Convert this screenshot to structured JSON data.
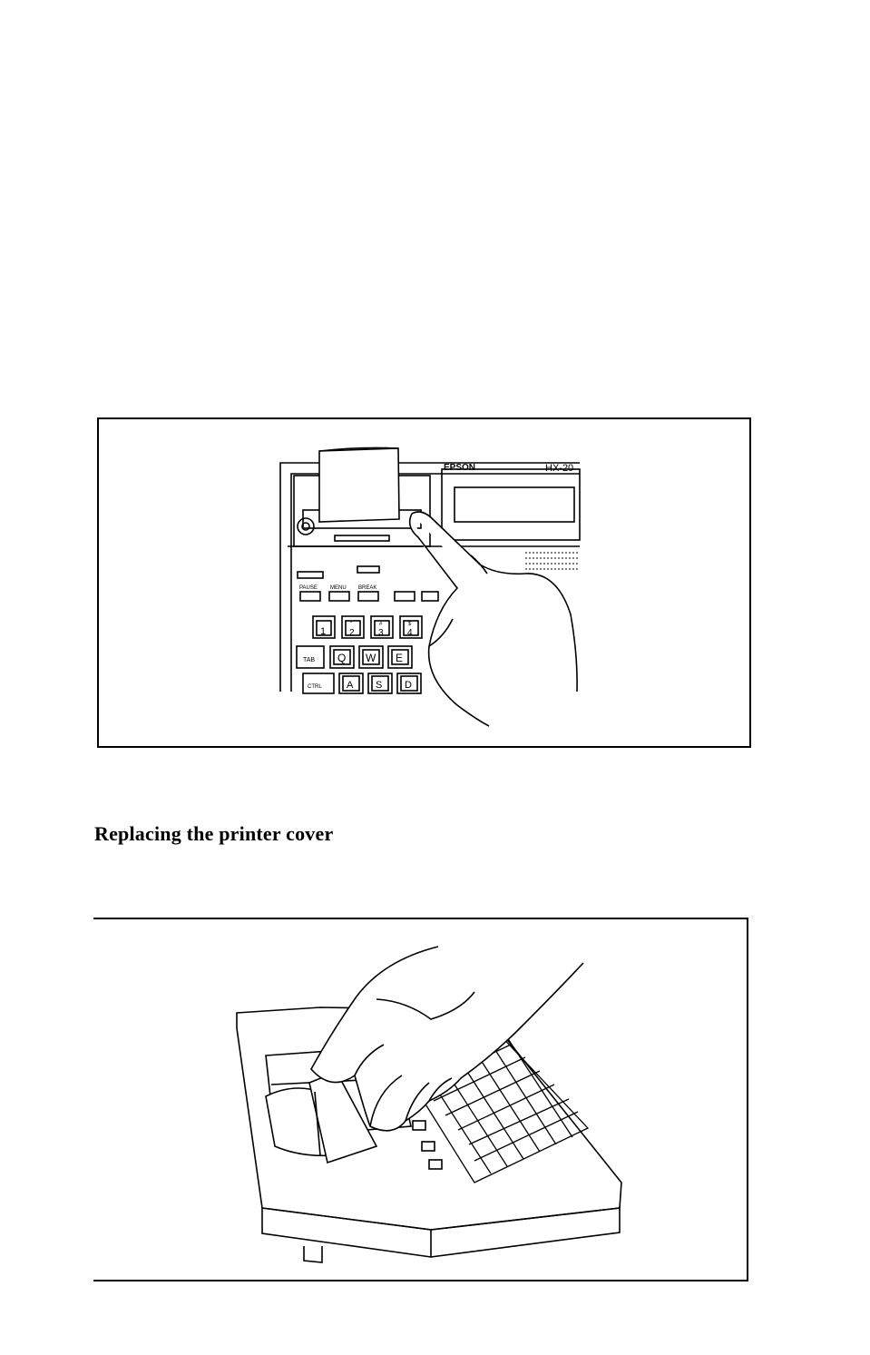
{
  "figure1": {
    "brand_label": "EPSON",
    "model_label": "HX-20",
    "keys": {
      "pause": "PAUSE",
      "menu": "MENU",
      "break": "BREAK",
      "tab": "TAB",
      "ctrl": "CTRL",
      "q": "Q",
      "w": "W",
      "e": "E",
      "a": "A",
      "s": "S",
      "d": "D",
      "one": "1",
      "two": "2",
      "three": "3",
      "four": "4",
      "shift_two": "\"",
      "shift_three": "#",
      "shift_four": "$"
    }
  },
  "section_heading": "Replacing the printer cover"
}
